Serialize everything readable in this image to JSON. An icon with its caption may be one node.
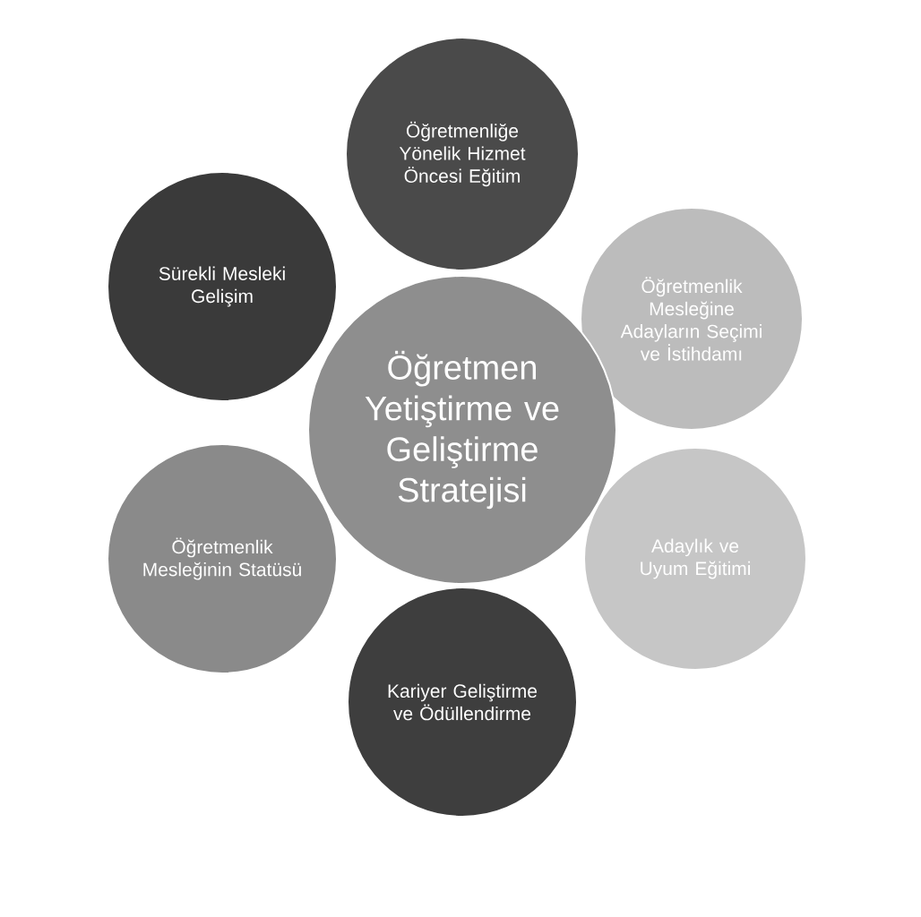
{
  "diagram": {
    "nodes": [
      {
        "text": [
          "Öğretmen Yetiştirme ve Geliştirme Stratejisi"
        ]
      },
      {
        "text": [
          "Öğretmenliğe Yönelik Hizmet Öncesi Eğitim"
        ]
      },
      {
        "text": [
          "Öğretmenlik Mesleğine Adayların Seçimi ve İstihdamı"
        ]
      },
      {
        "text": [
          "Adaylık ve Uyum Eğitimi"
        ]
      },
      {
        "text": [
          "Kariyer Geliştirme ve Ödüllendirme"
        ]
      },
      {
        "text": [
          "Öğretmenlik Mesleğinin Statüsü"
        ]
      },
      {
        "text": [
          "Sürekli Mesleki Gelişim"
        ]
      }
    ]
  }
}
